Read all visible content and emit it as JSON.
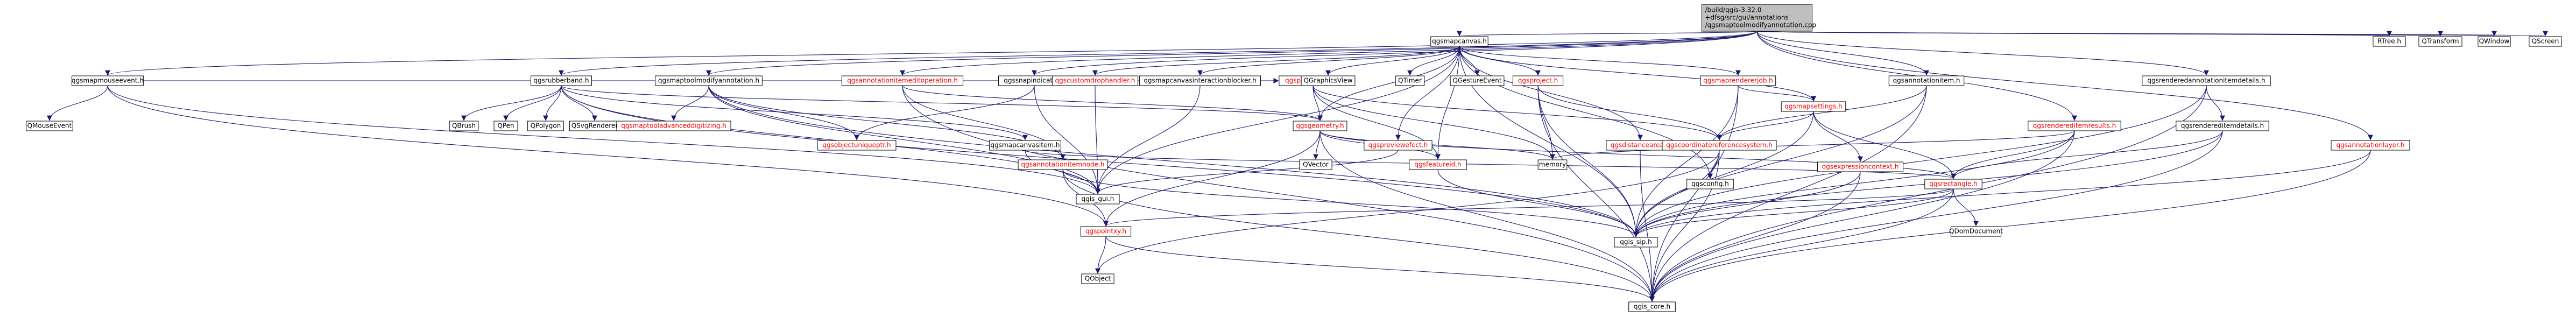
{
  "colors": {
    "root_fill": "#bfbfbf",
    "node_fill": "#ffffff",
    "border": "#000000",
    "edge": "#191970",
    "red_text": "#ff0000",
    "black_text": "#000000"
  },
  "root": {
    "id": "root",
    "lines": [
      "/build/qgis-3.32.0",
      "+dfsg/src/gui/annotations",
      "/qgsmaptoolmodifyannotation.cpp"
    ]
  },
  "nodes": [
    {
      "id": "qgsmapmouseevent",
      "label": "qgsmapmouseevent.h",
      "red": false
    },
    {
      "id": "qgsrubberband",
      "label": "qgsrubberband.h",
      "red": false
    },
    {
      "id": "qgsmaptoolmodifyannotation",
      "label": "qgsmaptoolmodifyannotation.h",
      "red": false
    },
    {
      "id": "qgsannotationitemeditoperation",
      "label": "qgsannotationitemeditoperation.h",
      "red": true
    },
    {
      "id": "qgssnapindicator",
      "label": "qgssnapindicator.h",
      "red": false
    },
    {
      "id": "qgsmapcanvas",
      "label": "qgsmapcanvas.h",
      "red": false
    },
    {
      "id": "qgsannotationitem",
      "label": "qgsannotationitem.h",
      "red": false
    },
    {
      "id": "qgsrendereditemresults",
      "label": "qgsrendereditemresults.h",
      "red": true
    },
    {
      "id": "qgsrenderedannotationitemdetails",
      "label": "qgsrenderedannotationitemdetails.h",
      "red": false
    },
    {
      "id": "qgsannotationlayer",
      "label": "qgsannotationlayer.h",
      "red": true
    },
    {
      "id": "rtree",
      "label": "RTree.h",
      "red": false
    },
    {
      "id": "qtransform",
      "label": "QTransform",
      "red": false
    },
    {
      "id": "qwindow",
      "label": "QWindow",
      "red": false
    },
    {
      "id": "qscreen",
      "label": "QScreen",
      "red": false
    },
    {
      "id": "qmouseevent",
      "label": "QMouseEvent",
      "red": false
    },
    {
      "id": "qbrush",
      "label": "QBrush",
      "red": false
    },
    {
      "id": "qpen",
      "label": "QPen",
      "red": false
    },
    {
      "id": "qpolygon",
      "label": "QPolygon",
      "red": false
    },
    {
      "id": "qsvgrenderer",
      "label": "QSvgRenderer",
      "red": false
    },
    {
      "id": "qgsmaptooladvanceddigitizing",
      "label": "qgsmaptooladvanceddigitizing.h",
      "red": true
    },
    {
      "id": "qgsobjectuniqueptr",
      "label": "qgsobjectuniqueptr.h",
      "red": true
    },
    {
      "id": "qgscustomdrophandler",
      "label": "qgscustomdrophandler.h",
      "red": true
    },
    {
      "id": "qgsmapcanvasinteractionblocker",
      "label": "qgsmapcanvasinteractionblocker.h",
      "red": false
    },
    {
      "id": "qgspointlocator",
      "label": "qgspointlocator.h",
      "red": true
    },
    {
      "id": "qgsmapcanvasitem",
      "label": "qgsmapcanvasitem.h",
      "red": false
    },
    {
      "id": "qgsannotationitemnode",
      "label": "qgsannotationitemnode.h",
      "red": true
    },
    {
      "id": "qgsgeometry",
      "label": "qgsgeometry.h",
      "red": true
    },
    {
      "id": "qgsproject",
      "label": "qgsproject.h",
      "red": true
    },
    {
      "id": "qgspreviewefect",
      "label": "qgspreviewefect.h",
      "red": true
    },
    {
      "id": "qgsfeatureid",
      "label": "qgsfeatureid.h",
      "red": true
    },
    {
      "id": "qgsdistancearea",
      "label": "qgsdistancearea.h",
      "red": true
    },
    {
      "id": "qgsmaprendererjob",
      "label": "qgsmaprendererjob.h",
      "red": true
    },
    {
      "id": "qgsmapsettings",
      "label": "qgsmapsettings.h",
      "red": true
    },
    {
      "id": "qgscoordinatereferencesystem",
      "label": "qgscoordinatereferencesystem.h",
      "red": true
    },
    {
      "id": "qgsexpressioncontext",
      "label": "qgsexpressioncontext.h",
      "red": true
    },
    {
      "id": "qgsconfig",
      "label": "qgsconfig.h",
      "red": false
    },
    {
      "id": "qgsrectangle",
      "label": "qgsrectangle.h",
      "red": true
    },
    {
      "id": "qgsrendereditemdetails",
      "label": "qgsrendereditemdetails.h",
      "red": false
    },
    {
      "id": "qgraphicsview",
      "label": "QGraphicsView",
      "red": false
    },
    {
      "id": "qtimer",
      "label": "QTimer",
      "red": false
    },
    {
      "id": "qgestureevent",
      "label": "QGestureEvent",
      "red": false
    },
    {
      "id": "qvector",
      "label": "QVector",
      "red": false
    },
    {
      "id": "memory",
      "label": "memory",
      "red": false
    },
    {
      "id": "qgis_gui",
      "label": "qgis_gui.h",
      "red": false
    },
    {
      "id": "qgspointxy",
      "label": "qgspointxy.h",
      "red": true
    },
    {
      "id": "qgis_sip",
      "label": "qgis_sip.h",
      "red": false
    },
    {
      "id": "qdomdocument",
      "label": "QDomDocument",
      "red": false
    },
    {
      "id": "qobject",
      "label": "QObject",
      "red": false
    },
    {
      "id": "qgis_core",
      "label": "qgis_core.h",
      "red": false
    }
  ],
  "edges": [
    [
      "root",
      "qgsmapmouseevent"
    ],
    [
      "root",
      "qgsrubberband"
    ],
    [
      "root",
      "qgsmaptoolmodifyannotation"
    ],
    [
      "root",
      "qgsannotationitemeditoperation"
    ],
    [
      "root",
      "qgssnapindicator"
    ],
    [
      "root",
      "qgsmapcanvas"
    ],
    [
      "root",
      "qgsannotationitem"
    ],
    [
      "root",
      "qgsrendereditemresults"
    ],
    [
      "root",
      "qgsrenderedannotationitemdetails"
    ],
    [
      "root",
      "qgsannotationlayer"
    ],
    [
      "root",
      "rtree"
    ],
    [
      "root",
      "qtransform"
    ],
    [
      "root",
      "qwindow"
    ],
    [
      "root",
      "qscreen"
    ],
    [
      "qgsmapmouseevent",
      "qmouseevent"
    ],
    [
      "qgsmapmouseevent",
      "qgspointlocator"
    ],
    [
      "qgsmapmouseevent",
      "qgis_gui"
    ],
    [
      "qgsmapmouseevent",
      "qgspointxy"
    ],
    [
      "qgsrubberband",
      "qbrush"
    ],
    [
      "qgsrubberband",
      "qpen"
    ],
    [
      "qgsrubberband",
      "qpolygon"
    ],
    [
      "qgsrubberband",
      "qsvgrenderer"
    ],
    [
      "qgsrubberband",
      "qgsmapcanvasitem"
    ],
    [
      "qgsrubberband",
      "qgsgeometry"
    ],
    [
      "qgsrubberband",
      "qgis_gui"
    ],
    [
      "qgsrubberband",
      "qgis_sip"
    ],
    [
      "qgsmaptoolmodifyannotation",
      "qgsmaptooladvanceddigitizing"
    ],
    [
      "qgsmaptoolmodifyannotation",
      "qgsobjectuniqueptr"
    ],
    [
      "qgsmaptoolmodifyannotation",
      "qgsannotationitemnode"
    ],
    [
      "qgsmaptoolmodifyannotation",
      "qgis_gui"
    ],
    [
      "qgsmaptoolmodifyannotation",
      "qgis_sip"
    ],
    [
      "qgsannotationitemeditoperation",
      "qgsannotationitemnode"
    ],
    [
      "qgsannotationitemeditoperation",
      "qgsgeometry"
    ],
    [
      "qgsannotationitemeditoperation",
      "qgis_core"
    ],
    [
      "qgssnapindicator",
      "qgspointlocator"
    ],
    [
      "qgssnapindicator",
      "qgsobjectuniqueptr"
    ],
    [
      "qgssnapindicator",
      "qgis_gui"
    ],
    [
      "qgsmapcanvas",
      "qgscustomdrophandler"
    ],
    [
      "qgsmapcanvas",
      "qgsmapcanvasinteractionblocker"
    ],
    [
      "qgsmapcanvas",
      "qgraphicsview"
    ],
    [
      "qgsmapcanvas",
      "qtimer"
    ],
    [
      "qgsmapcanvas",
      "qgestureevent"
    ],
    [
      "qgsmapcanvas",
      "qgsmaprendererjob"
    ],
    [
      "qgsmapcanvas",
      "qgsproject"
    ],
    [
      "qgsmapcanvas",
      "qgsdistancearea"
    ],
    [
      "qgsmapcanvas",
      "qgsgeometry"
    ],
    [
      "qgsmapcanvas",
      "qgspreviewefect"
    ],
    [
      "qgsmapcanvas",
      "qgsfeatureid"
    ],
    [
      "qgsmapcanvas",
      "qgsmapsettings"
    ],
    [
      "qgsmapcanvas",
      "qgsconfig"
    ],
    [
      "qgsmapcanvas",
      "qgis_gui"
    ],
    [
      "qgsmapcanvas",
      "qgis_sip"
    ],
    [
      "qgscustomdrophandler",
      "qgis_gui"
    ],
    [
      "qgsmapcanvasinteractionblocker",
      "qgis_gui"
    ],
    [
      "qgspointlocator",
      "qgsgeometry"
    ],
    [
      "qgspointlocator",
      "qgscoordinatereferencesystem"
    ],
    [
      "qgspointlocator",
      "qgsfeatureid"
    ],
    [
      "qgspointlocator",
      "memory"
    ],
    [
      "qgsmapcanvasitem",
      "qgsrectangle"
    ],
    [
      "qgsmapcanvasitem",
      "qgis_gui"
    ],
    [
      "qgsannotationitemnode",
      "qgspointxy"
    ],
    [
      "qgsannotationitemnode",
      "qgis_core"
    ],
    [
      "qgsannotationitemnode",
      "qgis_sip"
    ],
    [
      "qgsgeometry",
      "qvector"
    ],
    [
      "qgsgeometry",
      "memory"
    ],
    [
      "qgsgeometry",
      "qgis_core"
    ],
    [
      "qgsgeometry",
      "qgspointxy"
    ],
    [
      "qgsgeometry",
      "qgsfeatureid"
    ],
    [
      "qgsgeometry",
      "qgsrectangle"
    ],
    [
      "qgsproject",
      "qgscoordinatereferencesystem"
    ],
    [
      "qgsproject",
      "memory"
    ],
    [
      "qgsproject",
      "qgis_core"
    ],
    [
      "qgsproject",
      "qgis_sip"
    ],
    [
      "qgspreviewefect",
      "qgis_gui"
    ],
    [
      "qgsfeatureid",
      "qgis_sip"
    ],
    [
      "qgsdistancearea",
      "qgscoordinatereferencesystem"
    ],
    [
      "qgsdistancearea",
      "qgis_core"
    ],
    [
      "qgsmaprendererjob",
      "qgsmapsettings"
    ],
    [
      "qgsmaprendererjob",
      "qgis_core"
    ],
    [
      "qgsmaprendererjob",
      "qgis_sip"
    ],
    [
      "qgsmapsettings",
      "qgscoordinatereferencesystem"
    ],
    [
      "qgsmapsettings",
      "qgsrectangle"
    ],
    [
      "qgsmapsettings",
      "qgsexpressioncontext"
    ],
    [
      "qgsmapsettings",
      "qgis_sip"
    ],
    [
      "qgscoordinatereferencesystem",
      "qgsconfig"
    ],
    [
      "qgscoordinatereferencesystem",
      "qgis_core"
    ],
    [
      "qgscoordinatereferencesystem",
      "qgis_sip"
    ],
    [
      "qgscoordinatereferencesystem",
      "qobject"
    ],
    [
      "qgsexpressioncontext",
      "qgis_core"
    ],
    [
      "qgsexpressioncontext",
      "qgis_sip"
    ],
    [
      "qgsrectangle",
      "qgis_core"
    ],
    [
      "qgsrectangle",
      "qgis_sip"
    ],
    [
      "qgsrectangle",
      "qgspointxy"
    ],
    [
      "qgsrectangle",
      "qdomdocument"
    ],
    [
      "qgsannotationitem",
      "qgscoordinatereferencesystem"
    ],
    [
      "qgsannotationitem",
      "qgis_core"
    ],
    [
      "qgsannotationitem",
      "qgis_sip"
    ],
    [
      "qgsrendereditemresults",
      "qgsrectangle"
    ],
    [
      "qgsrendereditemresults",
      "qgis_core"
    ],
    [
      "qgsrendereditemresults",
      "qgis_sip"
    ],
    [
      "qgsrendereditemresults",
      "memory"
    ],
    [
      "qgsrenderedannotationitemdetails",
      "qgsrendereditemdetails"
    ],
    [
      "qgsrenderedannotationitemdetails",
      "qgis_core"
    ],
    [
      "qgsrenderedannotationitemdetails",
      "qgis_sip"
    ],
    [
      "qgsrendereditemdetails",
      "qgsrectangle"
    ],
    [
      "qgsrendereditemdetails",
      "qgis_core"
    ],
    [
      "qgsrendereditemdetails",
      "qgis_sip"
    ],
    [
      "qgsannotationlayer",
      "qgis_core"
    ],
    [
      "qgsannotationlayer",
      "qgis_sip"
    ],
    [
      "qgspointxy",
      "qgis_core"
    ],
    [
      "qgspointxy",
      "qobject"
    ]
  ]
}
